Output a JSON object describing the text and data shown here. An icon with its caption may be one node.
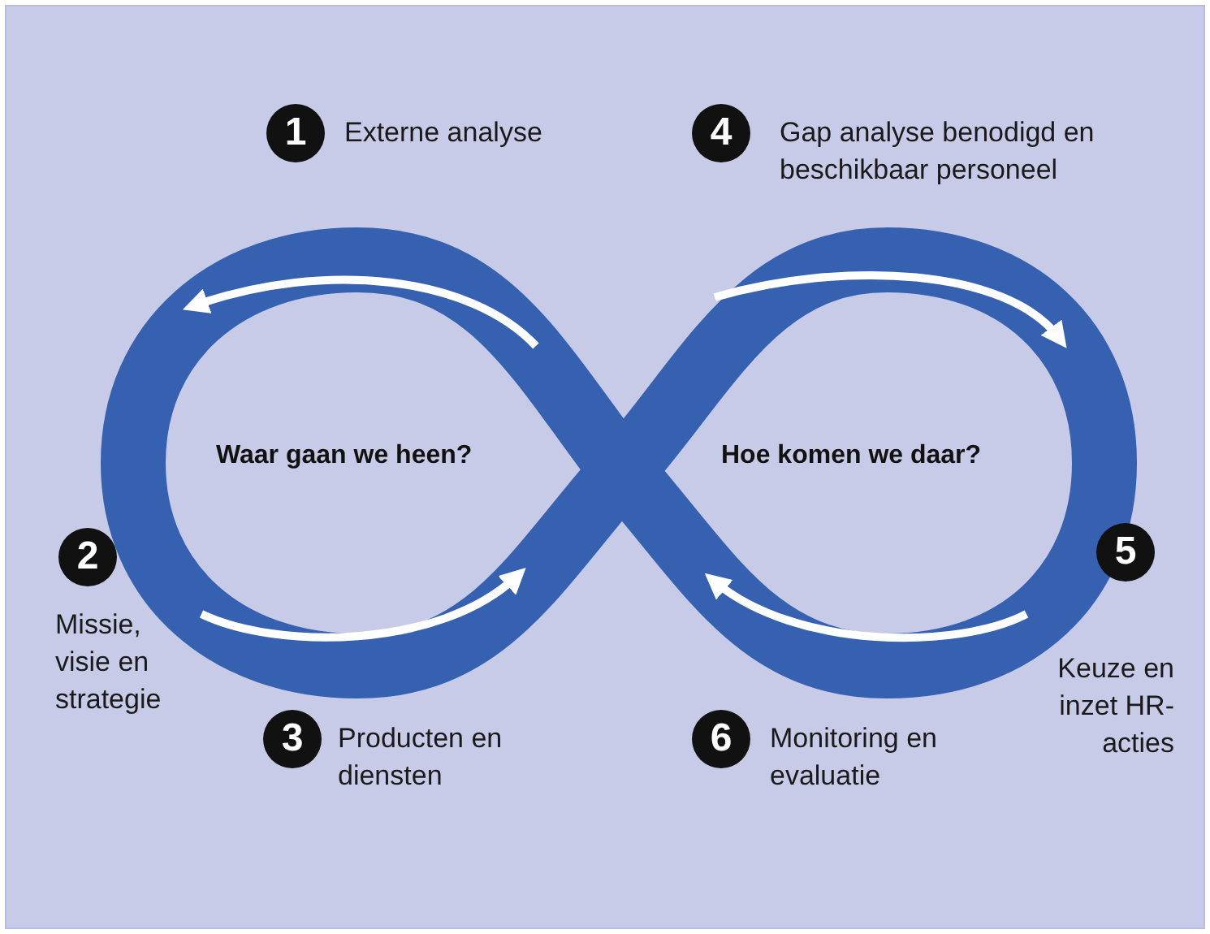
{
  "diagram": {
    "nodes": [
      {
        "text": [
          "1"
        ],
        "beside": [
          "Externe analyse"
        ]
      },
      {
        "text": [
          "4"
        ],
        "beside": [
          "Gap analyse benodigd en beschikbaar personeel"
        ]
      },
      {
        "text": [
          "2"
        ],
        "beside": [
          "Missie, visie en strategie"
        ]
      },
      {
        "text": [
          "5"
        ],
        "beside": [
          "Keuze en inzet HR-acties"
        ]
      },
      {
        "text": [
          "3"
        ],
        "beside": [
          "Producten en diensten"
        ]
      },
      {
        "text": [
          "6"
        ],
        "beside": [
          "Monitoring en evaluatie"
        ]
      }
    ],
    "labels": [
      "Waar gaan we heen?",
      "Hoe komen we daar?"
    ]
  }
}
